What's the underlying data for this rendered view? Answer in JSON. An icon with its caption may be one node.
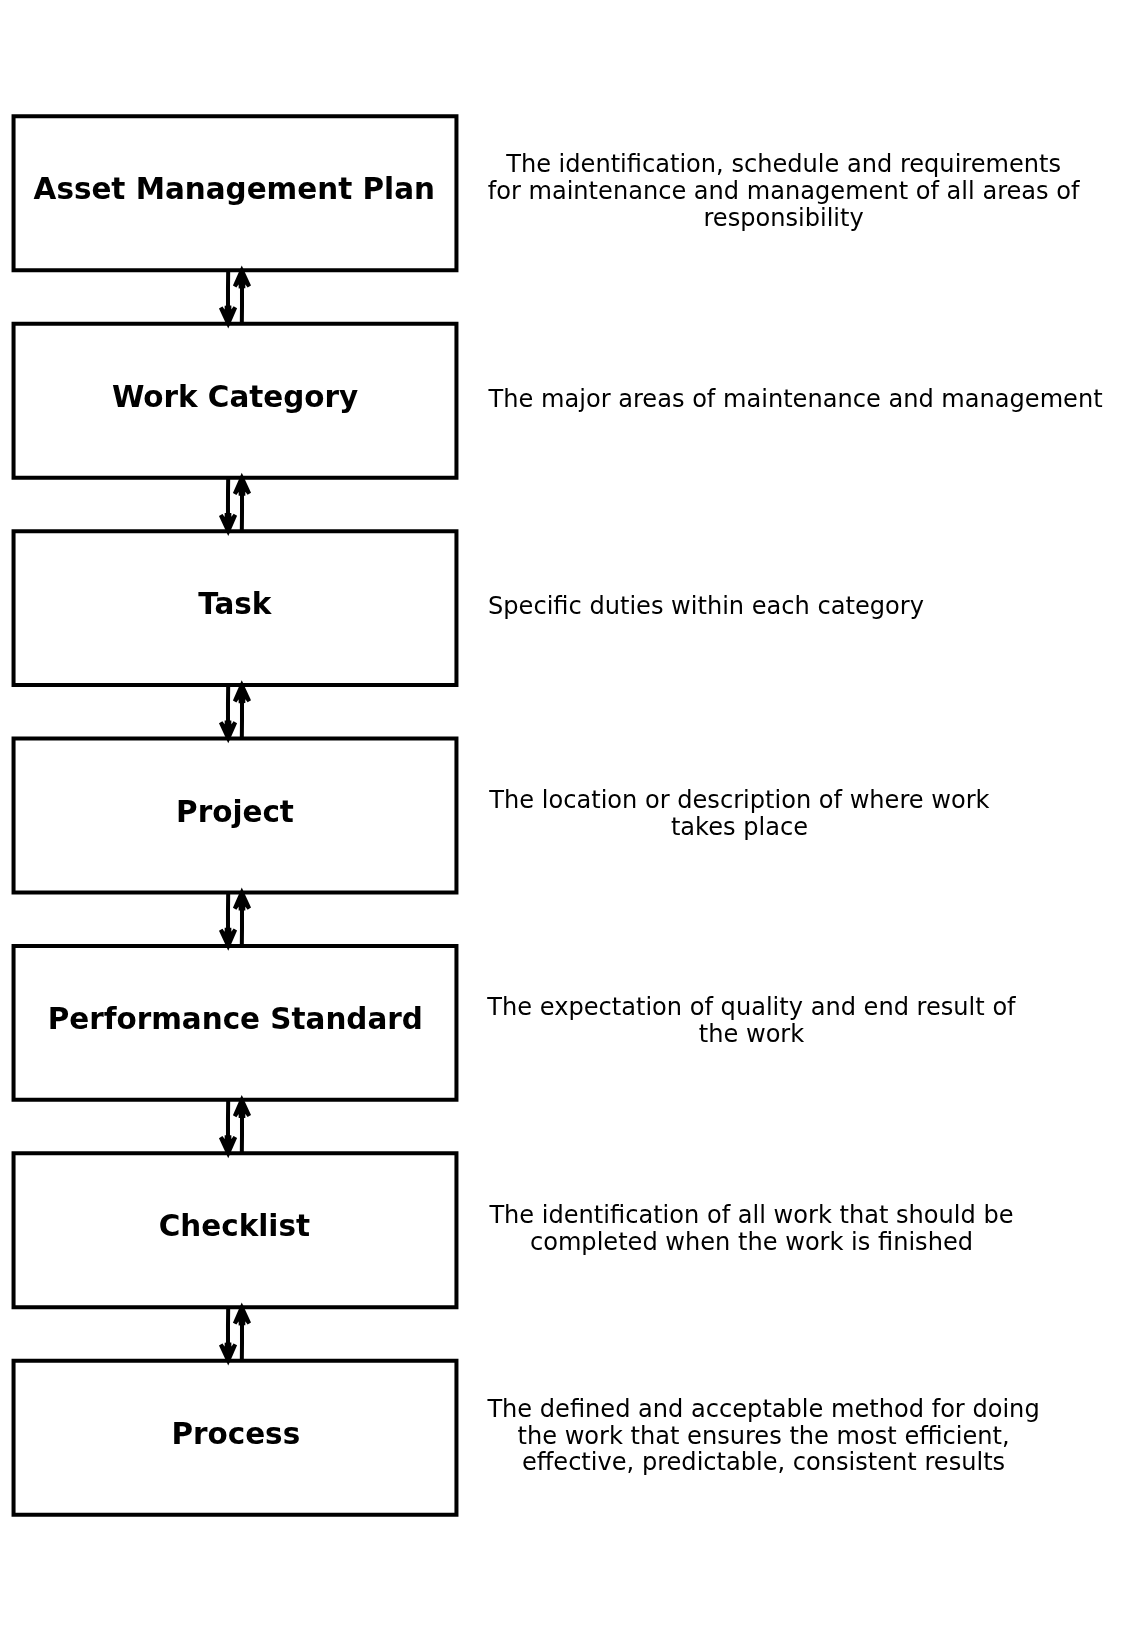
{
  "diagram": {
    "nodes": [
      {
        "text": [
          "Asset Management Plan"
        ],
        "beside": [
          "The identification, schedule and requirements for maintenance and management of all areas of responsibility"
        ]
      },
      {
        "text": [
          "Work Category"
        ],
        "beside": [
          "The major areas of maintenance and management"
        ]
      },
      {
        "text": [
          "Task"
        ],
        "beside": [
          "Specific duties within each category"
        ]
      },
      {
        "text": [
          "Project"
        ],
        "beside": [
          "The location or description of where work takes place"
        ]
      },
      {
        "text": [
          "Performance Standard"
        ],
        "beside": [
          "The expectation of quality and end result of the work"
        ]
      },
      {
        "text": [
          "Checklist"
        ],
        "beside": [
          "The identification of all work that should be completed when the work is finished"
        ]
      },
      {
        "text": [
          "Process"
        ],
        "beside": [
          "The defined and acceptable method for doing the work that ensures the most efficient, effective, predictable, consistent results"
        ]
      }
    ],
    "edges": [
      {
        "from": 0,
        "to": 1,
        "arrow": "to"
      },
      {
        "from": 1,
        "to": 0,
        "arrow": "to"
      },
      {
        "from": 1,
        "to": 2,
        "arrow": "to"
      },
      {
        "from": 2,
        "to": 1,
        "arrow": "to"
      },
      {
        "from": 2,
        "to": 3,
        "arrow": "to"
      },
      {
        "from": 3,
        "to": 2,
        "arrow": "to"
      },
      {
        "from": 3,
        "to": 4,
        "arrow": "to"
      },
      {
        "from": 4,
        "to": 3,
        "arrow": "to"
      },
      {
        "from": 4,
        "to": 5,
        "arrow": "to"
      },
      {
        "from": 5,
        "to": 4,
        "arrow": "to"
      },
      {
        "from": 5,
        "to": 6,
        "arrow": "to"
      },
      {
        "from": 6,
        "to": 5,
        "arrow": "to"
      }
    ]
  }
}
